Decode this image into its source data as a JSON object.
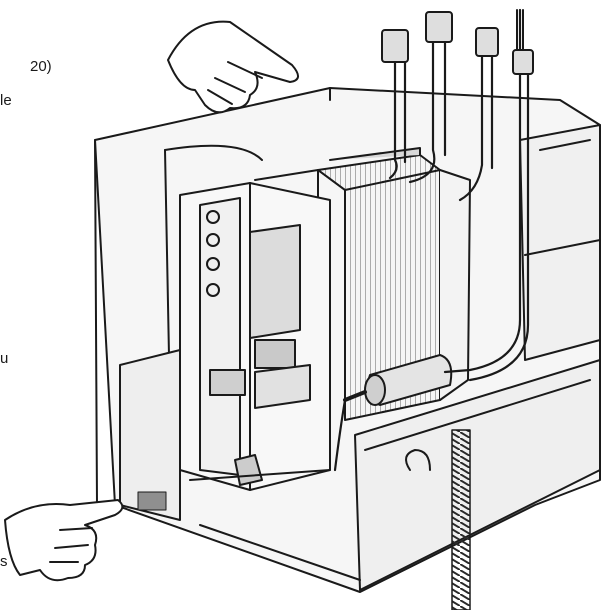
{
  "text_fragments": {
    "top_right_number": "20)",
    "top_right_word": "le",
    "middle_letter": "u",
    "bottom_letter": "s"
  },
  "colors": {
    "line": "#1a1a1a",
    "casing_fill": "#f4f4f4",
    "shade": "#bdbdbd",
    "label_patch": "#8f8f8f"
  },
  "icons": [
    "pointing-hand-icon",
    "pointing-hand-icon"
  ]
}
